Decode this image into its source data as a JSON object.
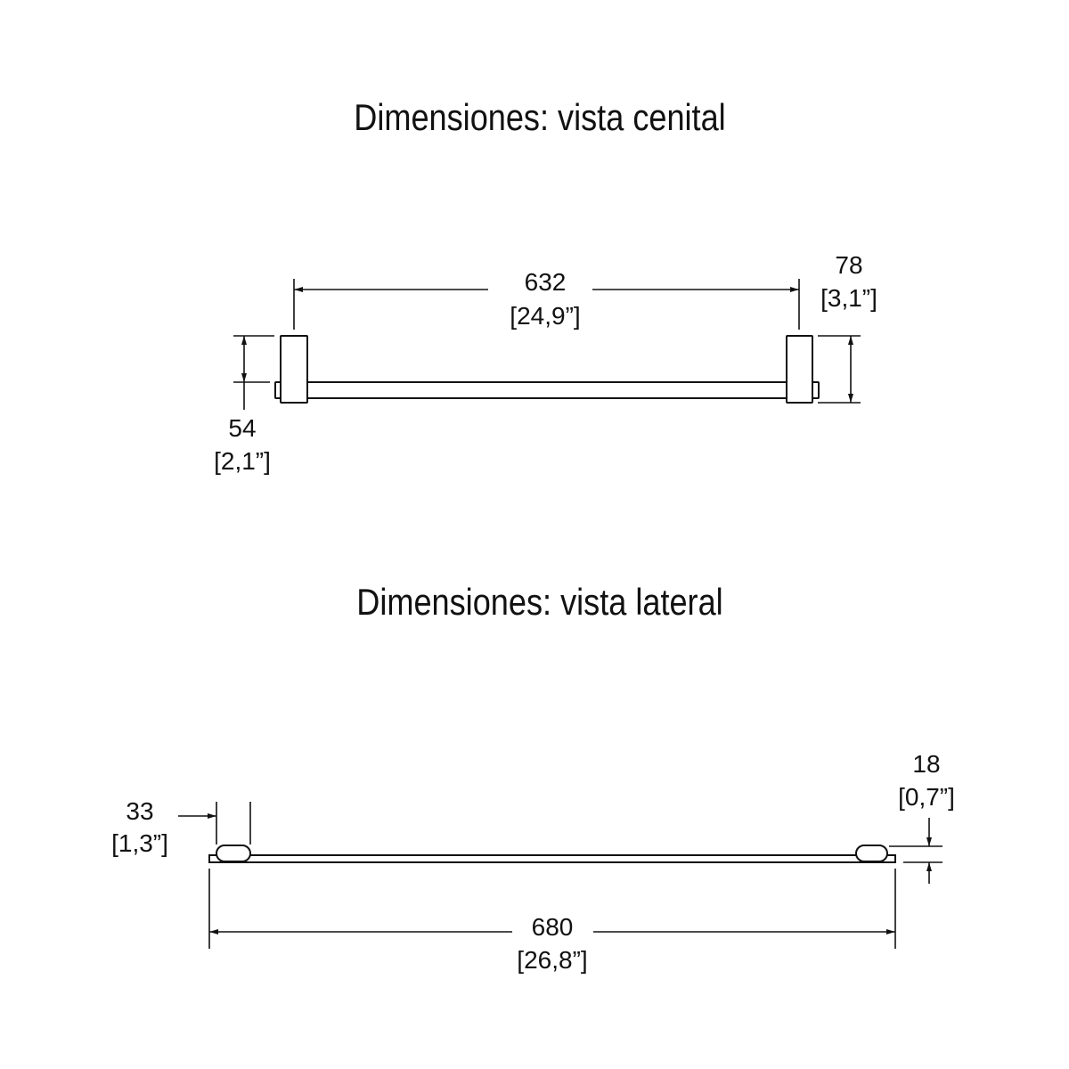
{
  "top_view": {
    "title": "Dimensiones: vista cenital",
    "length": {
      "mm": "632",
      "inch": "[24,9”]"
    },
    "depth": {
      "mm": "78",
      "inch": "[3,1”]"
    },
    "bracket_depth": {
      "mm": "54",
      "inch": "[2,1”]"
    }
  },
  "side_view": {
    "title": "Dimensiones: vista lateral",
    "bracket_width": {
      "mm": "33",
      "inch": "[1,3”]"
    },
    "height": {
      "mm": "18",
      "inch": "[0,7”]"
    },
    "total_length": {
      "mm": "680",
      "inch": "[26,8”]"
    }
  }
}
